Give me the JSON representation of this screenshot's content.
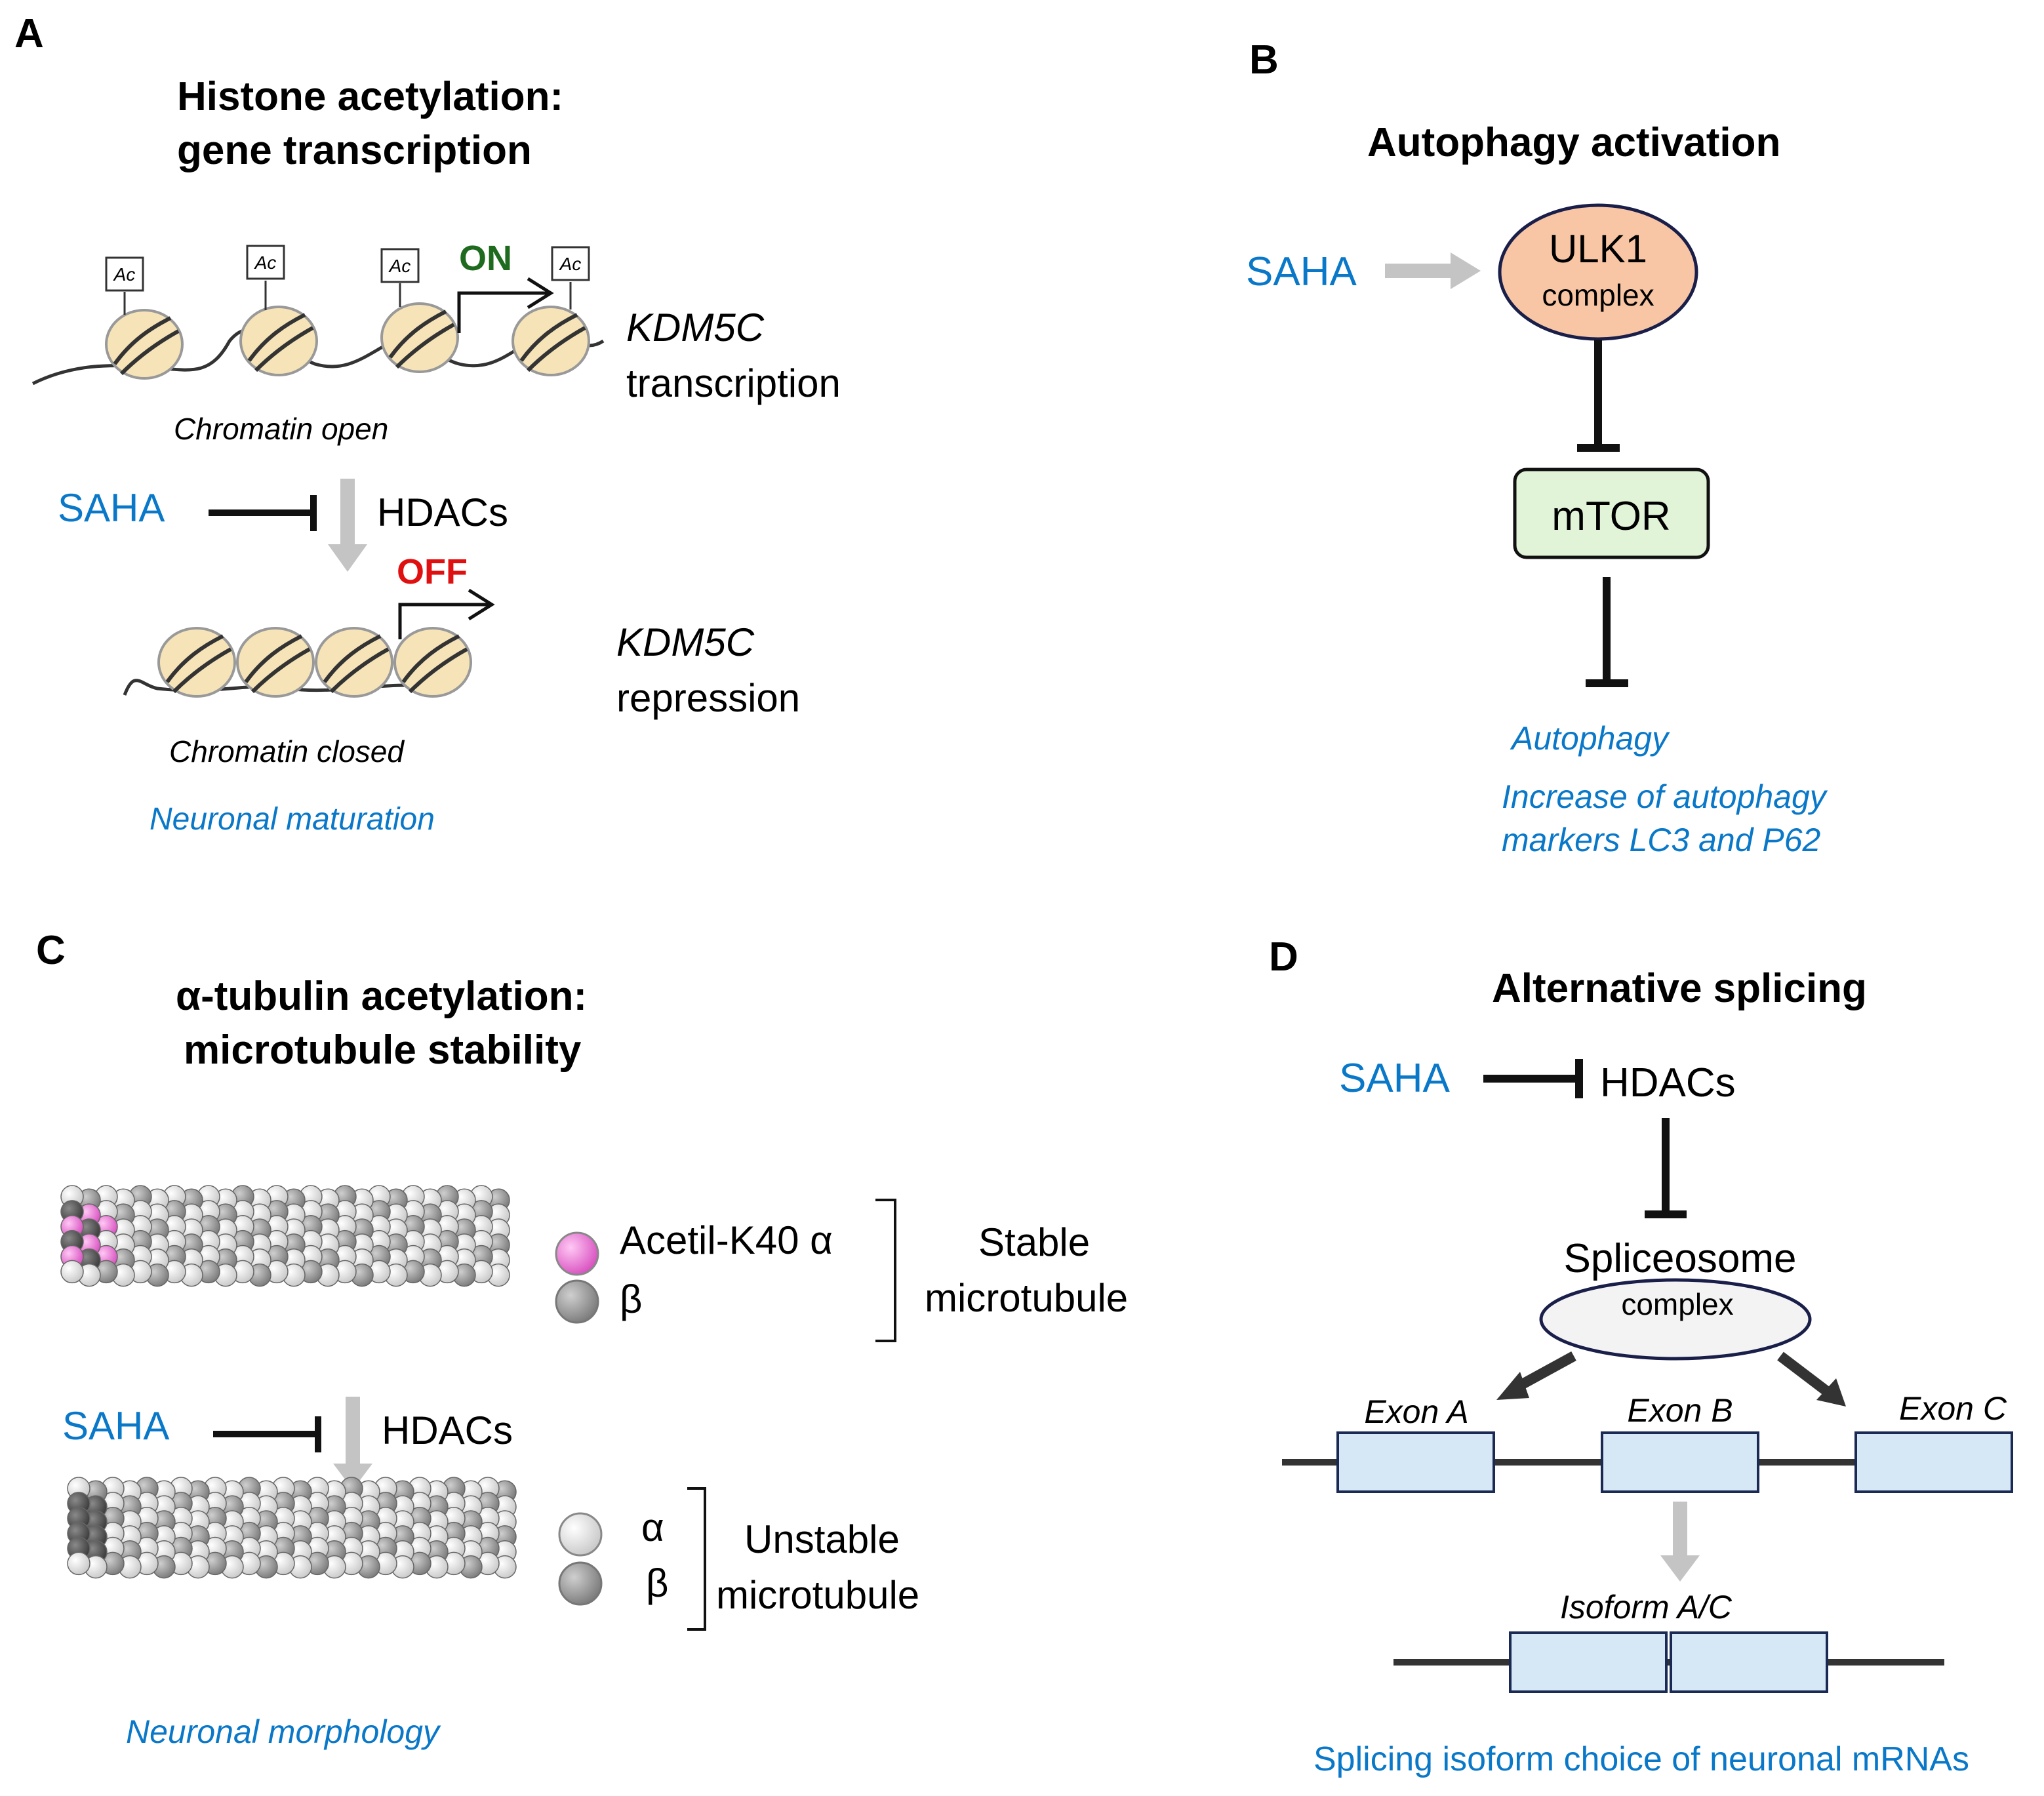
{
  "panel_a": {
    "letter": "A",
    "title_line1": "Histone acetylation:",
    "title_line2": "gene transcription",
    "ac_label": "Ac",
    "on_label": "ON",
    "off_label": "OFF",
    "gene_on": "KDM5C",
    "gene_on_effect": "transcription",
    "chromatin_open": "Chromatin open",
    "drug": "SAHA",
    "target": "HDACs",
    "gene_off": "KDM5C",
    "gene_off_effect": "repression",
    "chromatin_closed": "Chromatin closed",
    "outcome": "Neuronal maturation"
  },
  "panel_b": {
    "letter": "B",
    "title": "Autophagy activation",
    "drug": "SAHA",
    "ulk1_line1": "ULK1",
    "ulk1_line2": "complex",
    "mtor": "mTOR",
    "outcome_line1": "Autophagy",
    "outcome_line2": "Increase of autophagy",
    "outcome_line3": "markers LC3 and P62"
  },
  "panel_c": {
    "letter": "C",
    "title_line1": "α-tubulin acetylation:",
    "title_line2": "microtubule stability",
    "legend_acetyl": "Acetil-K40 α",
    "legend_beta": "β",
    "stable_line1": "Stable",
    "stable_line2": "microtubule",
    "drug": "SAHA",
    "target": "HDACs",
    "legend_alpha2": "α",
    "legend_beta2": "β",
    "unstable_line1": "Unstable",
    "unstable_line2": "microtubule",
    "outcome": "Neuronal morphology"
  },
  "panel_d": {
    "letter": "D",
    "title": "Alternative splicing",
    "drug": "SAHA",
    "target": "HDACs",
    "spliceosome": "Spliceosome",
    "complex": "complex",
    "exon_a": "Exon A",
    "exon_b": "Exon B",
    "exon_c": "Exon C",
    "isoform": "Isoform A/C",
    "outcome": "Splicing isoform choice of neuronal  mRNAs"
  },
  "colors": {
    "drug_blue": "#0a78c8",
    "on_green": "#1e6a1e",
    "off_red": "#e01010",
    "nucleosome_fill": "#f6e4b8",
    "ulk1_fill": "#f8c6a4",
    "mtor_fill": "#e1f4d8",
    "exon_fill": "#d6e8f6",
    "acetyl_pink": "#f07ce0",
    "arrow_gray": "#c4c4c4"
  }
}
